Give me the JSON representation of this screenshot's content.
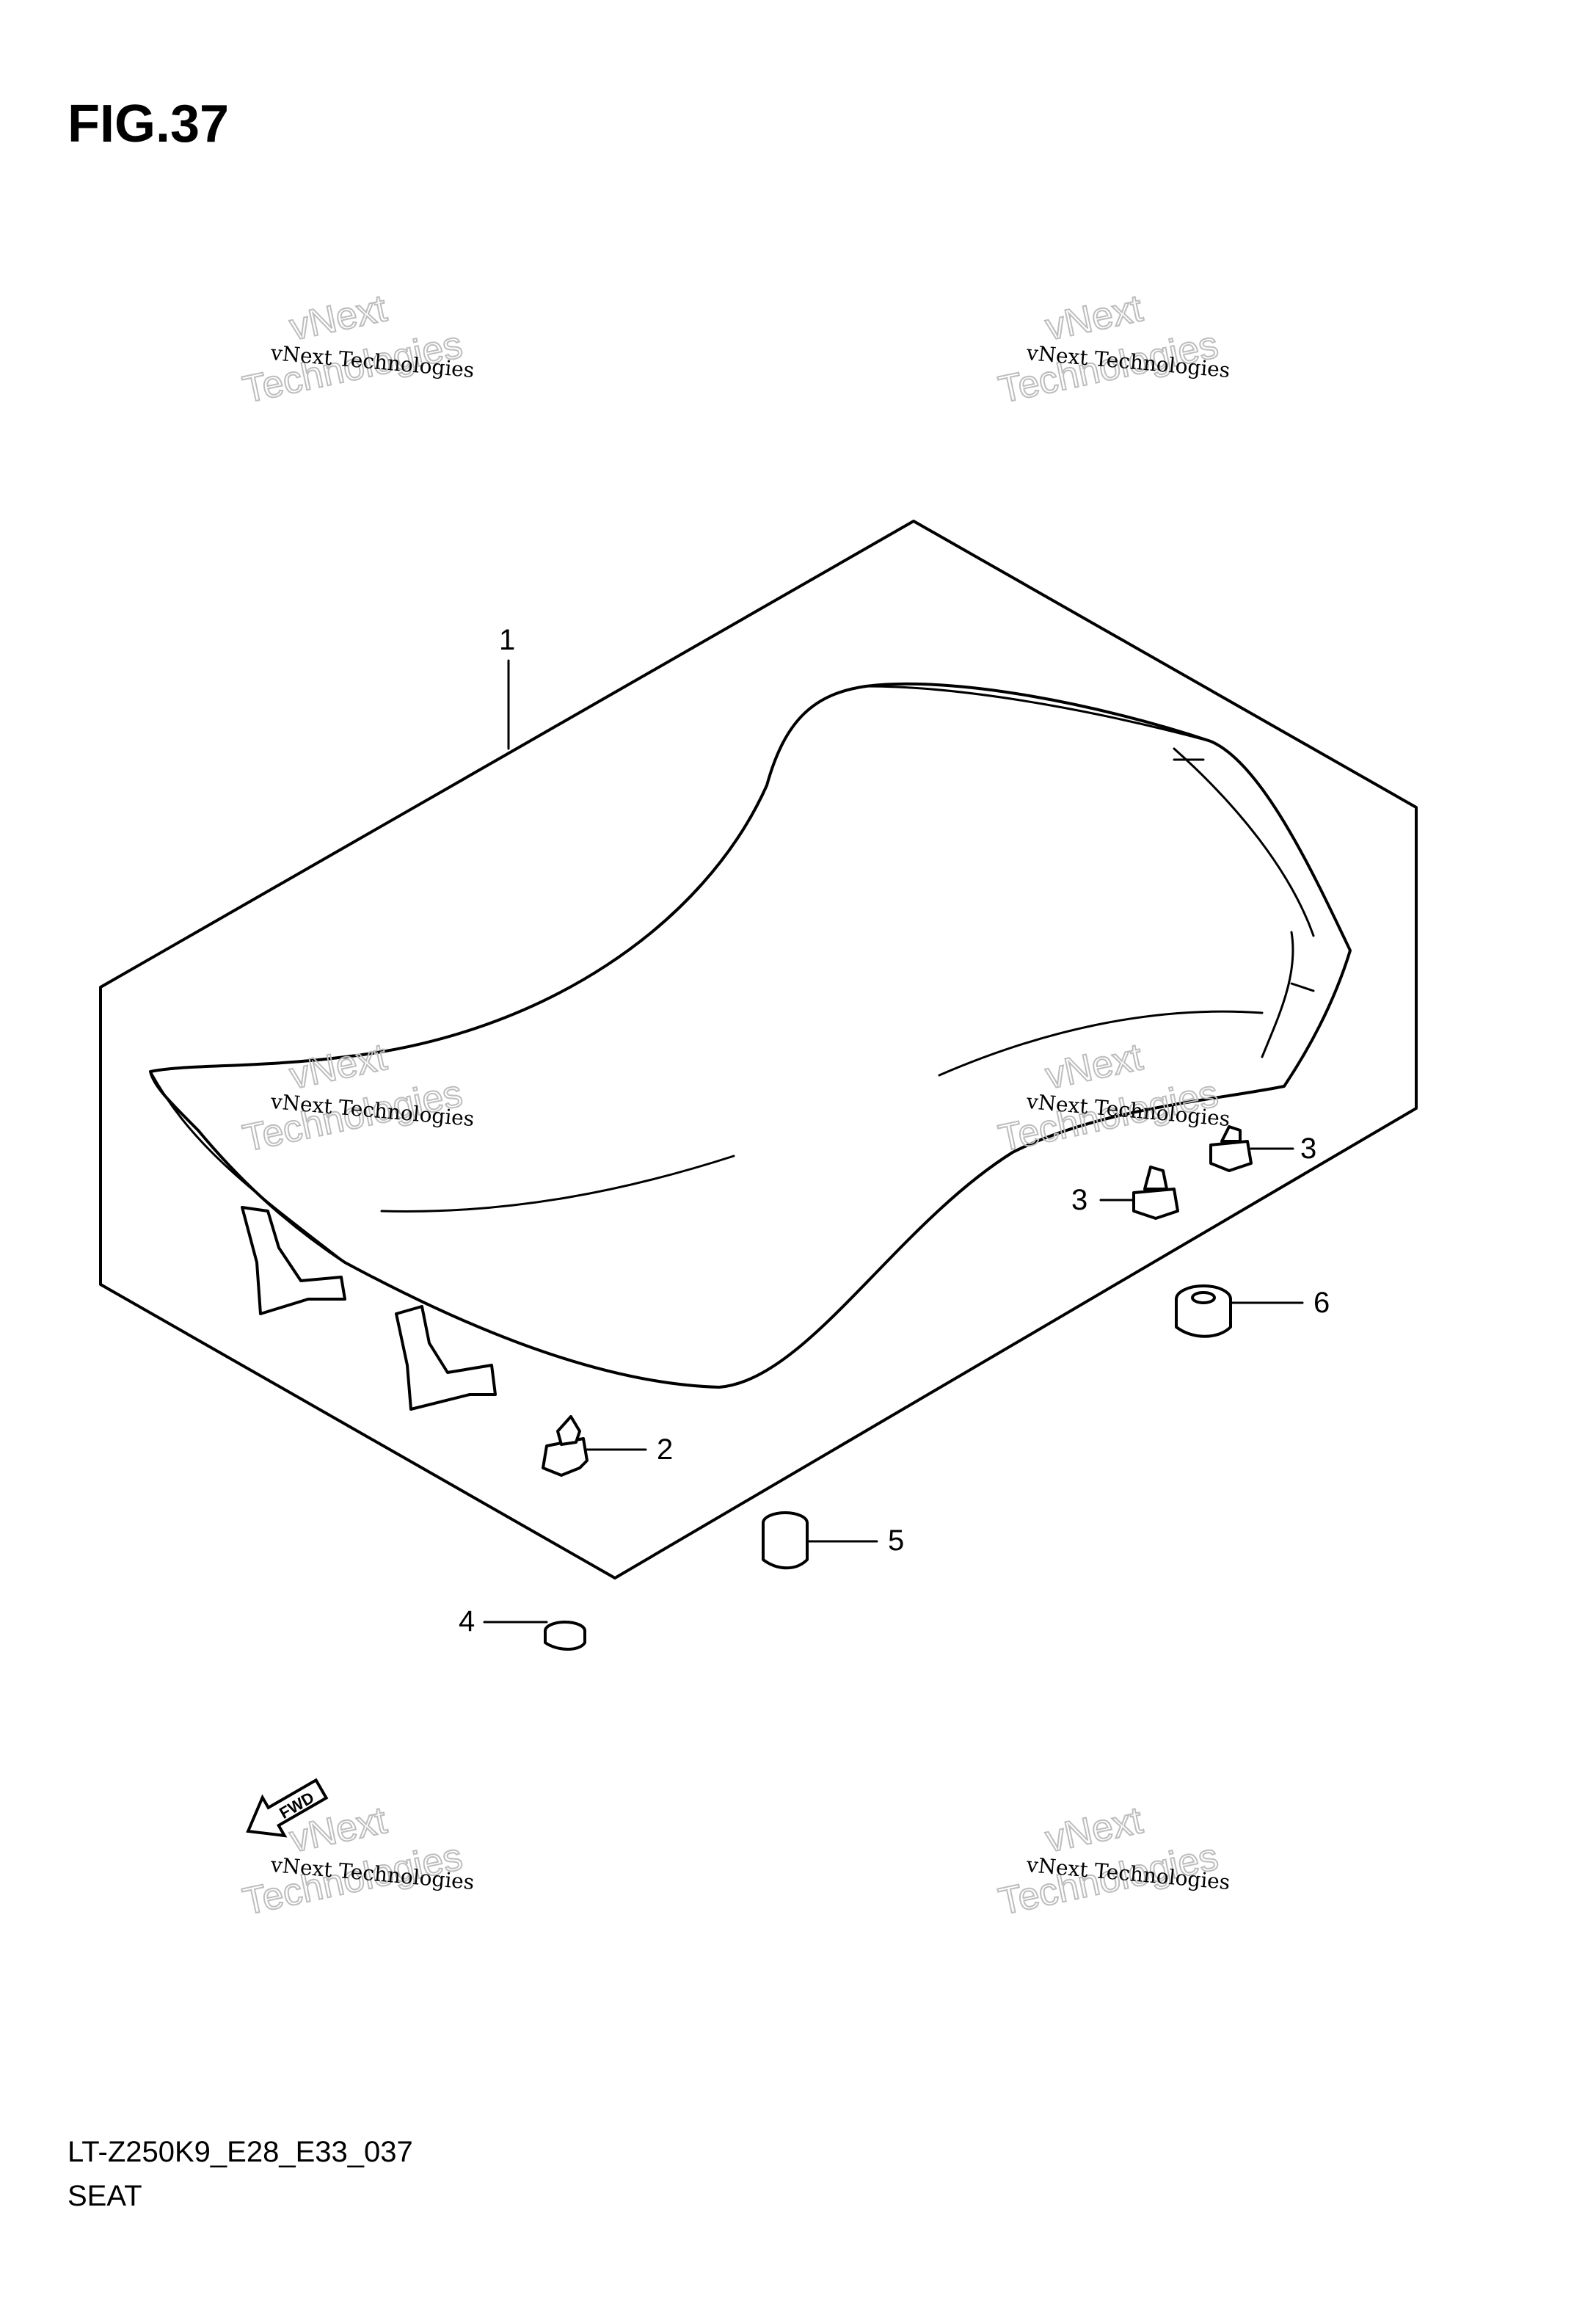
{
  "figure_title": "FIG.37",
  "model_code": "LT-Z250K9_E28_E33_037",
  "section": "SEAT",
  "watermark": {
    "line1": "vNext Technologies",
    "line2": "vNext",
    "line3": "Technologies"
  },
  "fwd_label": "FWD",
  "callouts": [
    "1",
    "2",
    "3",
    "3",
    "4",
    "5",
    "6"
  ]
}
